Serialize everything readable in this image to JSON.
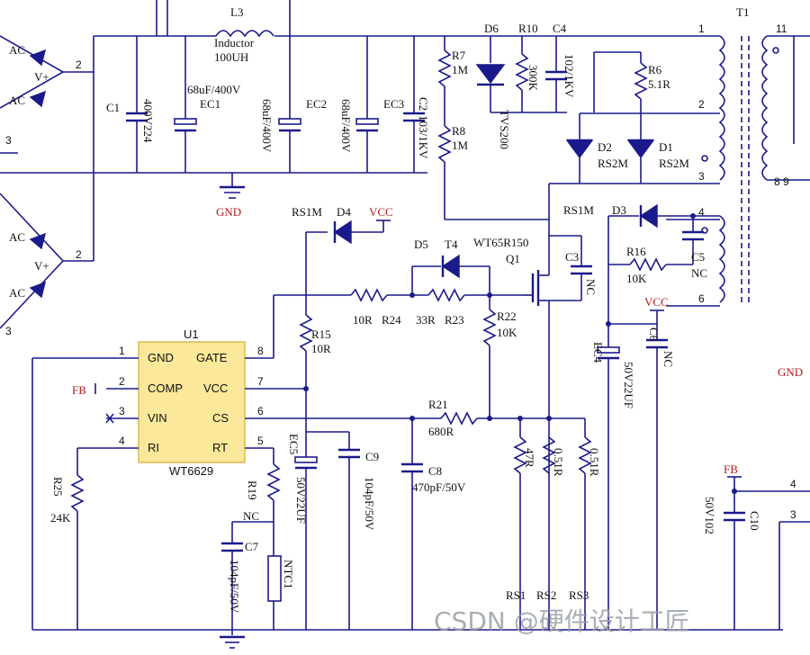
{
  "labels": {
    "l3": "L3",
    "l3_type": "Inductor",
    "l3_value": "100UH",
    "c1": "C1",
    "c1_value": "400V224",
    "ec1": "EC1",
    "ec1_value": "68uF/400V",
    "ec2": "EC2",
    "ec2_value": "68uF/400V",
    "ec3": "EC3",
    "ec3_value": "68uF/400V",
    "c2": "C2",
    "c2_value": "103/1KV",
    "gnd": "GND",
    "r7": "R7",
    "r7_value": "1M",
    "r8": "R8",
    "r8_value": "1M",
    "d6": "D6",
    "d6_value": "TVS200",
    "r10": "R10",
    "r10_value": "300K",
    "c4": "C4",
    "c4_value": "102/1KV",
    "r6": "R6",
    "r6_value": "5.1R",
    "d2": "D2",
    "d2_value": "RS2M",
    "d1": "D1",
    "d1_value": "RS2M",
    "t1": "T1",
    "d4": "D4",
    "d4_value": "RS1M",
    "vcc": "VCC",
    "d5": "D5",
    "t4": "T4",
    "q1": "Q1",
    "q1_value": "WT65R150",
    "c3": "C3",
    "c3_value": "NC",
    "d3": "D3",
    "d3_value": "RS1M",
    "r16": "R16",
    "r16_value": "10K",
    "c5": "C5",
    "c5_value": "NC",
    "r24_value": "10R",
    "r24": "R24",
    "r23_value": "33R",
    "r23": "R23",
    "r22": "R22",
    "r22_value": "10K",
    "r15": "R15",
    "r15_value": "10R",
    "ec4": "EC4",
    "ec4_value": "50V22UF",
    "c6": "C6",
    "c6_value": "NC",
    "gnd_right": "GND",
    "u1": "U1",
    "u1_part": "WT6629",
    "fb": "FB",
    "r21": "R21",
    "r21_value": "680R",
    "ec5": "EC5",
    "ec5_value": "50V22UF",
    "c9": "C9",
    "c9_value": "104pF/50V",
    "c8": "C8",
    "c8_value": "470pF/50V",
    "rs_47r": "47R",
    "rs_051a": "0.51R",
    "rs_051b": "0.51R",
    "r25": "R25",
    "r25_value": "24K",
    "r19": "R19",
    "nc": "NC",
    "c7": "C7",
    "c7_value": "104pF/50V",
    "ntc": "NTC1",
    "rs1": "RS1",
    "rs2": "RS2",
    "rs3": "RS3",
    "c10": "C10",
    "c10_value": "50V102",
    "fb_right": "FB",
    "ac": "AC",
    "vplus": "V+",
    "n2": "2",
    "n3": "3",
    "t1_pin1": "1",
    "t1_pin2": "2",
    "t1_pin3": "3",
    "t1_pin4": "4",
    "t1_pin6": "6",
    "t1_pin11": "11",
    "t1_pin89": "8 9",
    "ic_pin4": "4",
    "ic_pin3": "3"
  },
  "u1_pins": {
    "gnd": "GND",
    "comp": "COMP",
    "vin": "VIN",
    "ri": "RI",
    "gate": "GATE",
    "vcc": "VCC",
    "cs": "CS",
    "rt": "RT",
    "p1": "1",
    "p2": "2",
    "p3": "3",
    "p4": "4",
    "p5": "5",
    "p6": "6",
    "p7": "7",
    "p8": "8"
  },
  "watermark": "CSDN @硬件设计工匠",
  "colors": {
    "wire": "#1a1a8c",
    "ic_fill": "#fce89a",
    "label_red": "#b31b1b"
  }
}
